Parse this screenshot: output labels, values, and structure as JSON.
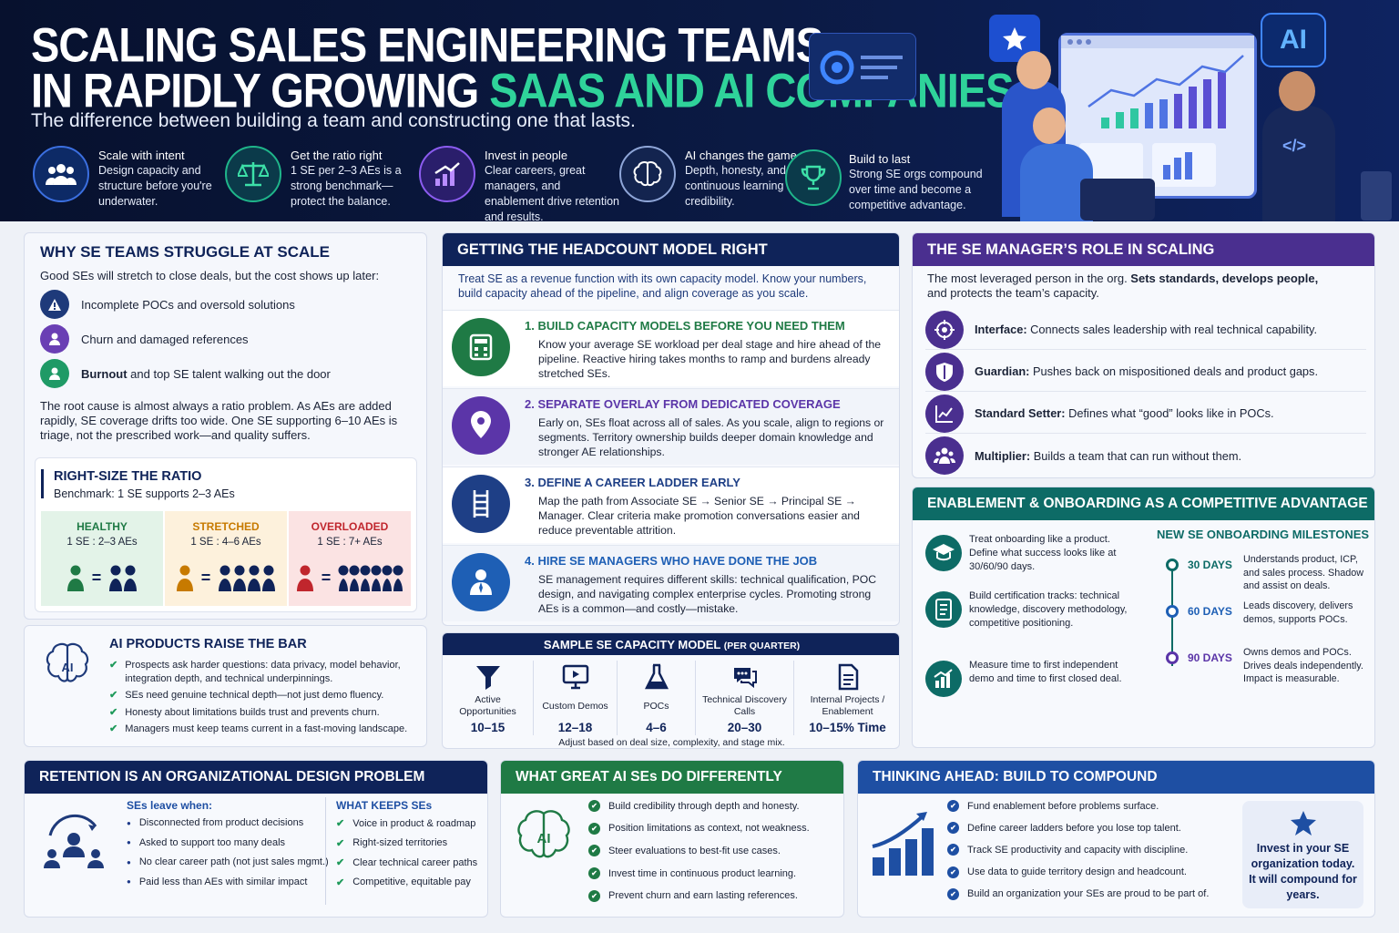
{
  "header": {
    "title_line1": "SCALING SALES ENGINEERING TEAMS",
    "title_line2_plain": "IN RAPIDLY GROWING ",
    "title_line2_accent": "SAAS AND AI COMPANIES",
    "subtitle": "The difference between building a team and constructing one that lasts.",
    "ai_badge": "AI",
    "pillars": [
      {
        "title": "Scale with intent",
        "text": "Design capacity and structure before you're underwater.",
        "icon": "team-icon"
      },
      {
        "title": "Get the ratio right",
        "text": "1 SE per 2–3 AEs is a strong benchmark—protect the balance.",
        "icon": "balance-scale-icon"
      },
      {
        "title": "Invest in people",
        "text": "Clear careers, great managers, and enablement drive retention and results.",
        "icon": "growth-chart-icon"
      },
      {
        "title": "AI changes the game",
        "text": "Depth, honesty, and continuous learning build credibility.",
        "icon": "brain-icon"
      },
      {
        "title": "Build to last",
        "text": "Strong SE orgs compound over time and become a competitive advantage.",
        "icon": "trophy-icon"
      }
    ]
  },
  "struggle": {
    "title": "WHY SE TEAMS STRUGGLE AT SCALE",
    "intro": "Good SEs will stretch to close deals, but the cost shows up later:",
    "items": [
      {
        "bold": "",
        "text": "Incomplete POCs and oversold solutions"
      },
      {
        "bold": "",
        "text": "Churn and damaged references"
      },
      {
        "bold": "Burnout",
        "text": " and top SE talent walking out the door"
      }
    ],
    "body": "The root cause is almost always a ratio problem. As AEs are added rapidly, SE coverage drifts too wide. One SE supporting 6–10 AEs is triage, not the prescribed work—and quality suffers.",
    "ratio_title": "RIGHT-SIZE THE RATIO",
    "ratio_benchmark": "Benchmark: 1 SE supports 2–3 AEs",
    "ratios": [
      {
        "label": "HEALTHY",
        "value": "1 SE : 2–3 AEs",
        "aes": 2,
        "color": "#1f7a45",
        "bg": "#e3f3e8"
      },
      {
        "label": "STRETCHED",
        "value": "1 SE : 4–6 AEs",
        "aes": 4,
        "color": "#c77a00",
        "bg": "#fdf1dc"
      },
      {
        "label": "OVERLOADED",
        "value": "1 SE : 7+ AEs",
        "aes": 6,
        "color": "#c0262d",
        "bg": "#fbe3e3"
      }
    ]
  },
  "ai_products": {
    "title": "AI PRODUCTS RAISE THE BAR",
    "items": [
      "Prospects ask harder questions: data privacy, model behavior, integration depth, and technical underpinnings.",
      "SEs need genuine technical depth—not just demo fluency.",
      "Honesty about limitations builds trust and prevents churn.",
      "Managers must keep teams current in a fast-moving landscape."
    ]
  },
  "headcount": {
    "title": "GETTING THE HEADCOUNT MODEL RIGHT",
    "intro": "Treat SE as a revenue function with its own capacity model. Know your numbers, build capacity ahead of the pipeline, and align coverage as you scale.",
    "steps": [
      {
        "title": "1. BUILD CAPACITY MODELS BEFORE YOU NEED THEM",
        "text": "Know your average SE workload per deal stage and hire ahead of the pipeline. Reactive hiring takes months to ramp and burdens already stretched SEs.",
        "color": "#1f7a45",
        "icon": "calculator-icon"
      },
      {
        "title": "2. SEPARATE OVERLAY FROM DEDICATED COVERAGE",
        "text": "Early on, SEs float across all of sales. As you scale, align to regions or segments. Territory ownership builds deeper domain knowledge and stronger AE relationships.",
        "color": "#5b35a8",
        "icon": "map-pin-icon"
      },
      {
        "title": "3. DEFINE A CAREER LADDER EARLY",
        "text": "Map the path from Associate SE → Senior SE → Principal SE → Manager. Clear criteria make promotion conversations easier and reduce preventable attrition.",
        "color": "#1e3f86",
        "icon": "ladder-icon"
      },
      {
        "title": "4. HIRE SE MANAGERS WHO HAVE DONE THE JOB",
        "text": "SE management requires different skills: technical qualification, POC design, and navigating complex enterprise cycles. Promoting strong AEs is a common—and costly—mistake.",
        "color": "#1e5fb5",
        "icon": "manager-icon"
      }
    ]
  },
  "capacity": {
    "title": "SAMPLE SE CAPACITY MODEL",
    "title_suffix": "(PER QUARTER)",
    "note": "Adjust based on deal size, complexity, and stage mix.",
    "columns": [
      {
        "label": "Active Opportunities",
        "value": "10–15",
        "icon": "funnel-icon"
      },
      {
        "label": "Custom Demos",
        "value": "12–18",
        "icon": "monitor-icon"
      },
      {
        "label": "POCs",
        "value": "4–6",
        "icon": "flask-icon"
      },
      {
        "label": "Technical Discovery Calls",
        "value": "20–30",
        "icon": "chat-icon"
      },
      {
        "label": "Internal Projects / Enablement",
        "value": "10–15% Time",
        "icon": "document-icon"
      }
    ]
  },
  "manager": {
    "title": "THE SE MANAGER’S ROLE IN SCALING",
    "intro_plain": "The most leveraged person in the org. ",
    "intro_bold": "Sets standards, develops people,",
    "intro_tail": "and protects the team’s capacity.",
    "roles": [
      {
        "bold": "Interface:",
        "text": " Connects sales leadership with real technical capability.",
        "icon": "target-icon"
      },
      {
        "bold": "Guardian:",
        "text": " Pushes back on mispositioned deals and product gaps.",
        "icon": "shield-icon"
      },
      {
        "bold": "Standard Setter:",
        "text": " Defines what “good” looks like in POCs.",
        "icon": "line-chart-icon"
      },
      {
        "bold": "Multiplier:",
        "text": " Builds a team that can run without them.",
        "icon": "group-icon"
      }
    ]
  },
  "enablement": {
    "title": "ENABLEMENT & ONBOARDING AS A COMPETITIVE ADVANTAGE",
    "items": [
      {
        "text": "Treat onboarding like a product. Define what success looks like at 30/60/90 days.",
        "icon": "graduation-cap-icon"
      },
      {
        "text": "Build certification tracks: technical knowledge, discovery methodology, competitive positioning.",
        "icon": "checklist-icon"
      },
      {
        "text": "Measure time to first independent demo and time to first closed deal.",
        "icon": "bar-chart-icon"
      }
    ],
    "milestones_title": "NEW SE ONBOARDING MILESTONES",
    "milestones": [
      {
        "day": "30 DAYS",
        "text": "Understands product, ICP, and sales process. Shadow and assist on deals.",
        "color": "#0d6b66"
      },
      {
        "day": "60 DAYS",
        "text": "Leads discovery, delivers demos, supports POCs.",
        "color": "#1e5fb5"
      },
      {
        "day": "90 DAYS",
        "text": "Owns demos and POCs. Drives deals independently. Impact is measurable.",
        "color": "#5b35a8"
      }
    ]
  },
  "retention": {
    "title": "RETENTION IS AN ORGANIZATIONAL DESIGN PROBLEM",
    "leave_title": "SEs leave when:",
    "leave": [
      "Disconnected from product decisions",
      "Asked to support too many deals",
      "No clear career path (not just sales mgmt.)",
      "Paid less than AEs with similar impact"
    ],
    "keep_title": "WHAT KEEPS SEs",
    "keep": [
      "Voice in product & roadmap",
      "Right-sized territories",
      "Clear technical career paths",
      "Competitive, equitable pay"
    ]
  },
  "great_ai": {
    "title": "WHAT GREAT AI SEs DO DIFFERENTLY",
    "items": [
      "Build credibility through depth and honesty.",
      "Position limitations as context, not weakness.",
      "Steer evaluations to best-fit use cases.",
      "Invest time in continuous product learning.",
      "Prevent churn and earn lasting references."
    ]
  },
  "thinking": {
    "title": "THINKING AHEAD: BUILD TO COMPOUND",
    "items": [
      "Fund enablement before problems surface.",
      "Define career ladders before you lose top talent.",
      "Track SE productivity and capacity with discipline.",
      "Use data to guide territory design and headcount.",
      "Build an organization your SEs are proud to be part of."
    ],
    "callout": "Invest in your SE organization today. It will compound for years."
  },
  "colors": {
    "navy": "#0f2359",
    "accent_green": "#2fd39a",
    "purple": "#4a2f8f",
    "teal": "#0d6b66",
    "blue": "#1e4fa3"
  }
}
